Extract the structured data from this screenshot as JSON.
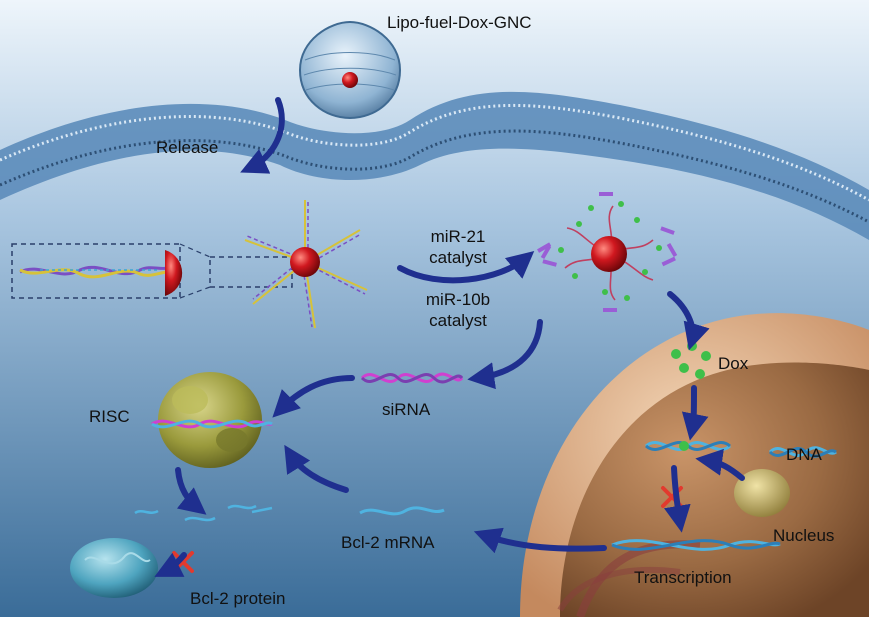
{
  "labels": {
    "nanocarrier": "Lipo-fuel-Dox-GNC",
    "release": "Release",
    "mir21_line1": "miR-21",
    "mir21_line2": "catalyst",
    "mir10b_line1": "miR-10b",
    "mir10b_line2": "catalyst",
    "dox": "Dox",
    "dna": "DNA",
    "nucleus": "Nucleus",
    "transcription": "Transcription",
    "sirna": "siRNA",
    "risc": "RISC",
    "bcl2_mrna": "Bcl-2 mRNA",
    "bcl2_protein": "Bcl-2 protein"
  },
  "colors": {
    "background_top": "#e8f1f8",
    "background_bottom": "#3d6f9c",
    "arrow": "#1f2f8f",
    "gold_core": "#c4161c",
    "block_mark": "#e23a2e",
    "dox_green": "#3fbf4a",
    "nucleus_brown": "#9a6a43",
    "membrane": "#4d7fae"
  }
}
